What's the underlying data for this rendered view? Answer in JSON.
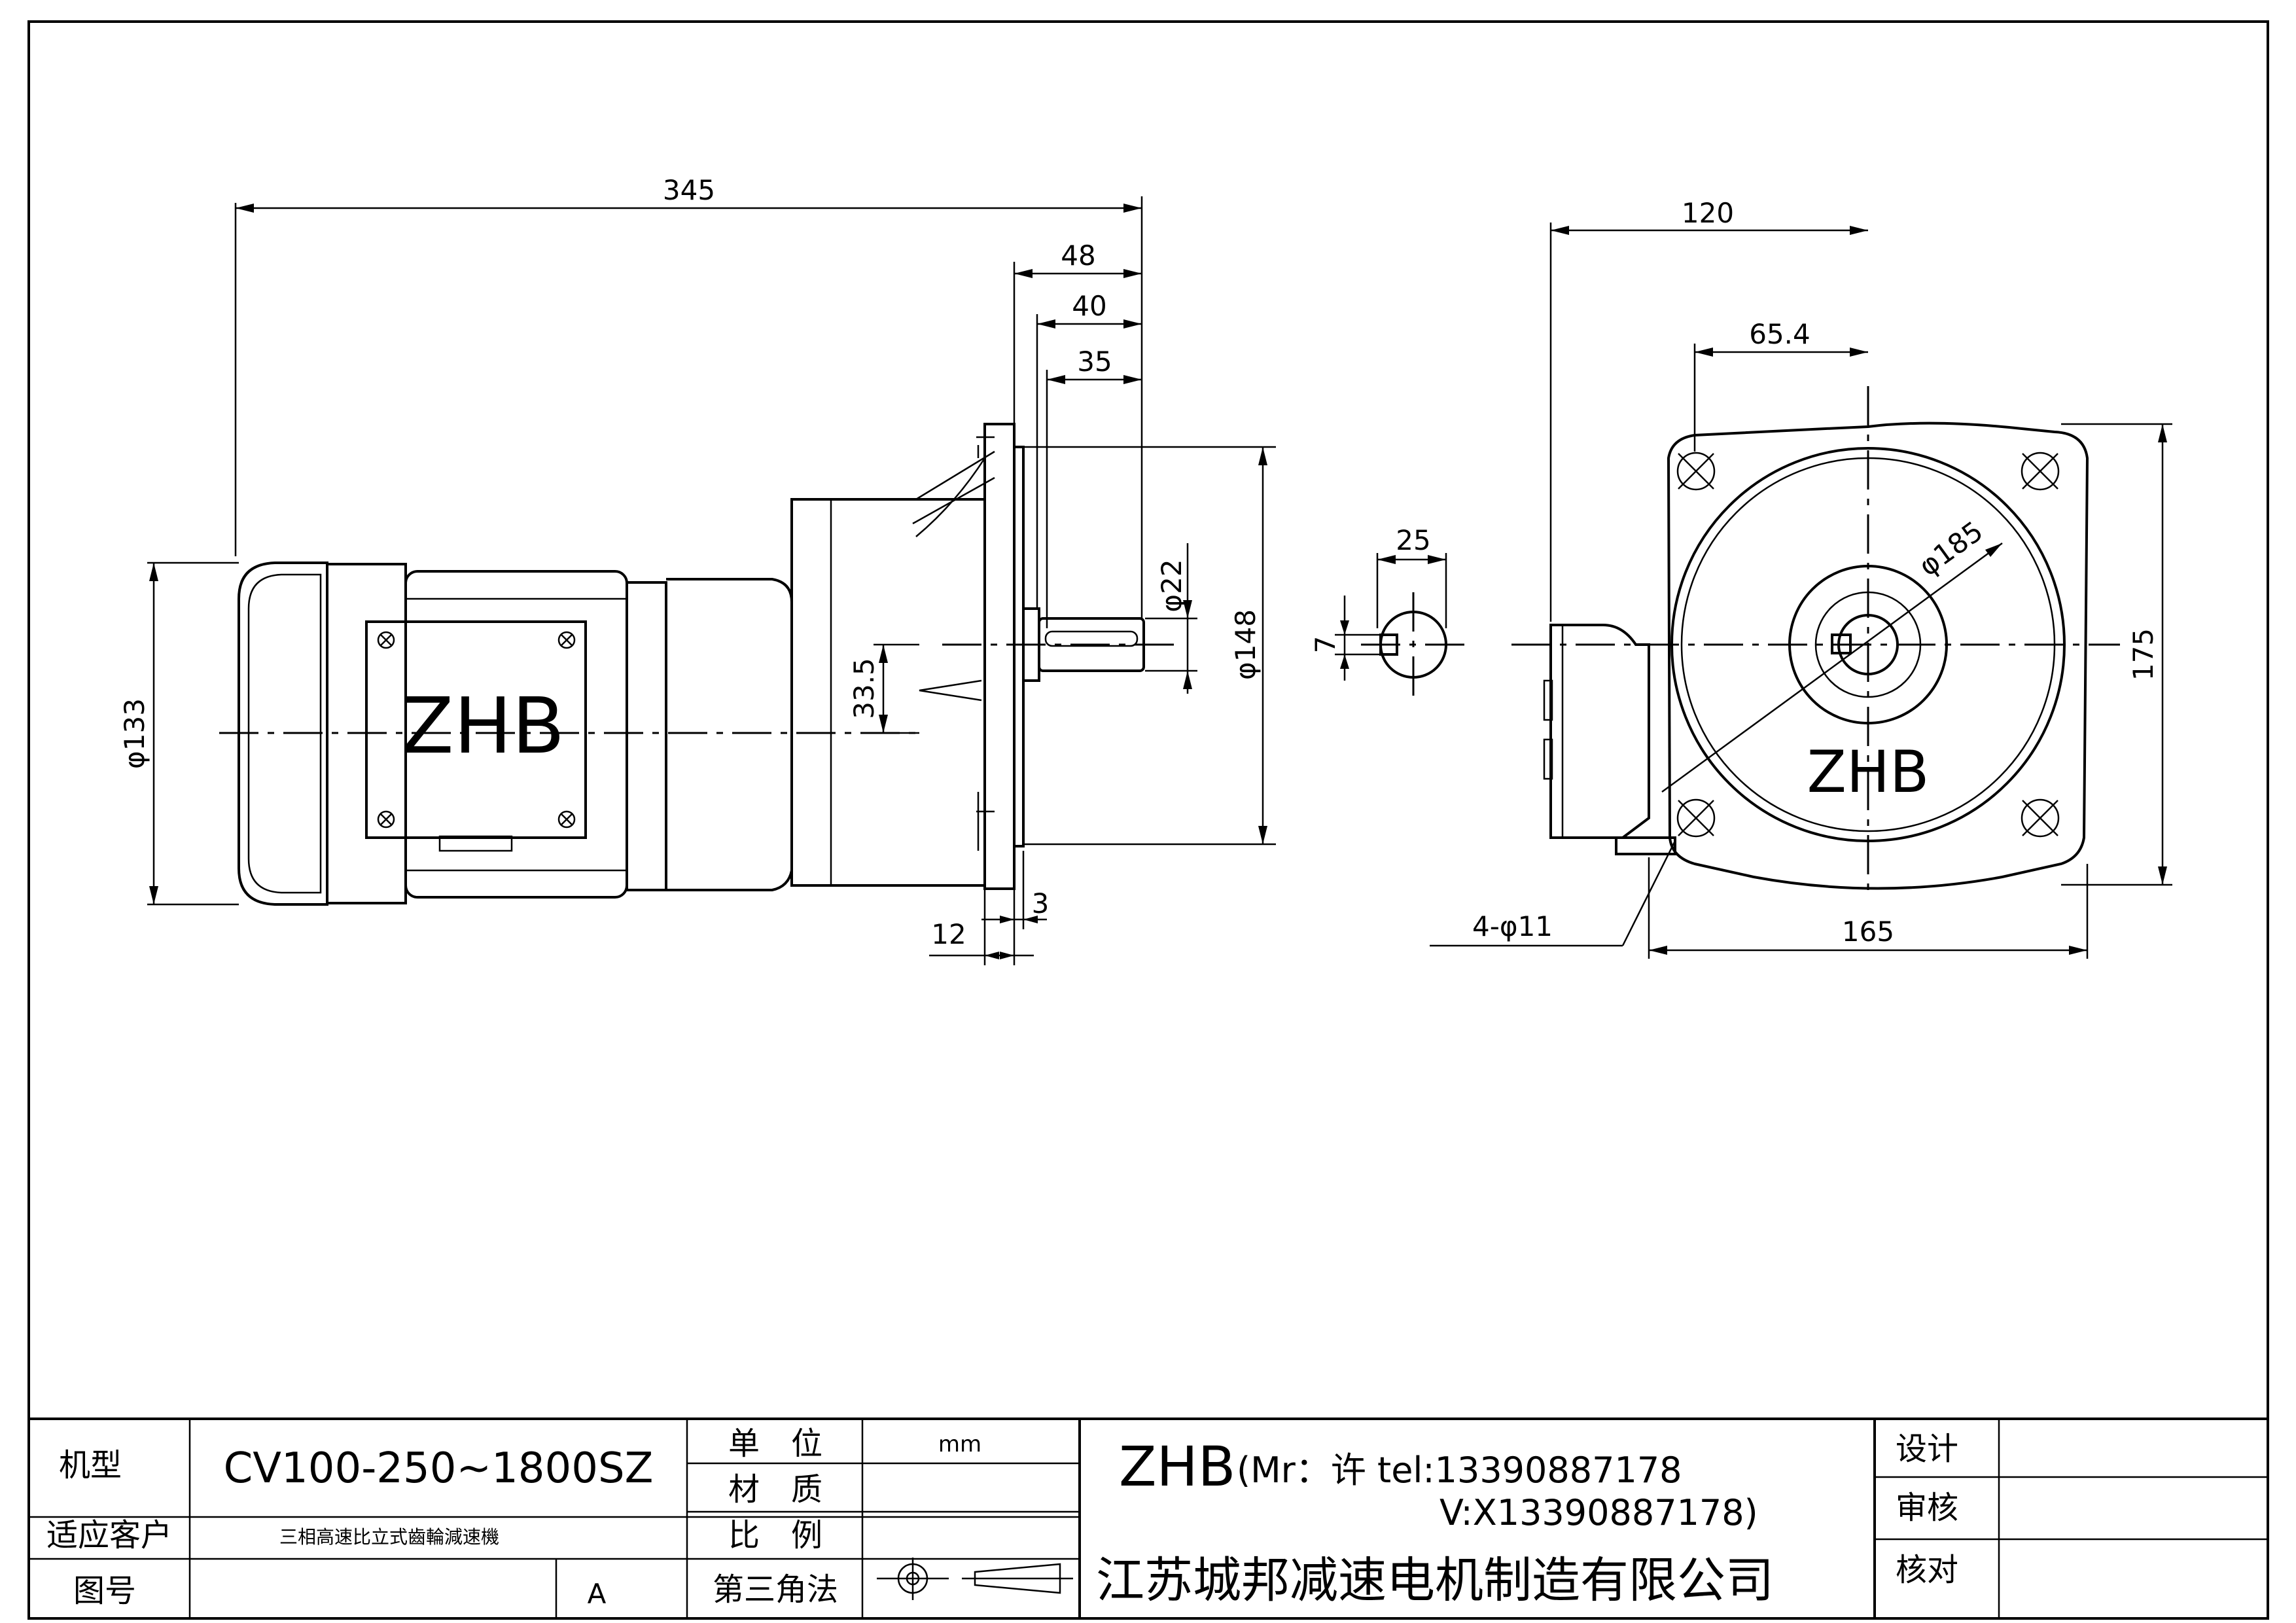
{
  "drawing": {
    "side_view": {
      "logo": "ZHB",
      "dimensions": {
        "overall_length": "345",
        "flange_to_shaft": "48",
        "shaft_length": "40",
        "key_length": "35",
        "motor_dia": "φ133",
        "shaft_dia": "φ22",
        "pilot_dia": "φ148",
        "center_height": "33.5",
        "flange_thick": "12",
        "pilot_depth": "3"
      }
    },
    "shaft_section": {
      "key_width": "25",
      "key_height": "7"
    },
    "front_view": {
      "logo": "ZHB",
      "dimensions": {
        "width": "120",
        "half_width": "65.4",
        "pcd": "φ185",
        "height": "175",
        "flange_width": "165",
        "holes": "4-φ11"
      }
    }
  },
  "title_block": {
    "model_label": "机型",
    "model_value": "CV100-250~1800SZ",
    "customer_label": "适应客户",
    "description": "三相高速比立式齒輪減速機",
    "drawing_no_label": "图号",
    "revision": "A",
    "unit_label": "单　位",
    "unit_value": "mm",
    "material_label": "材　质",
    "scale_label": "比　例",
    "projection_label": "第三角法",
    "company_logo": "ZHB",
    "contact_line1": "(Mr：许 tel:13390887178",
    "contact_line2": "V:X13390887178)",
    "company_name": "江苏城邦减速电机制造有限公司",
    "design_label": "设计",
    "review_label": "审核",
    "check_label": "核对"
  }
}
